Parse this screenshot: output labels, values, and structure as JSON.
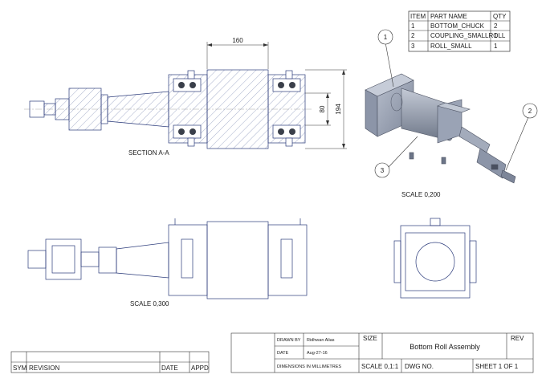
{
  "parts_table": {
    "headers": [
      "ITEM",
      "PART NAME",
      "QTY"
    ],
    "rows": [
      [
        "1",
        "BOTTOM_CHUCK",
        "2"
      ],
      [
        "2",
        "COUPLING_SMALLROLL",
        "1"
      ],
      [
        "3",
        "ROLL_SMALL",
        "1"
      ]
    ]
  },
  "section_view": {
    "label": "SECTION  A-A",
    "dims": {
      "width": "160",
      "inner": "80",
      "outer": "194"
    }
  },
  "iso_view": {
    "scale_label": "SCALE  0,200",
    "balloons": [
      "1",
      "2",
      "3"
    ]
  },
  "front_view": {
    "scale_label": "SCALE  0,300"
  },
  "revision_block": {
    "sym": "SYM",
    "revision": "REVISION",
    "date": "DATE",
    "appd": "APPD"
  },
  "title_block": {
    "drawn_by_label": "DRAWN BY",
    "drawn_by": "Ridhwan Alias",
    "date_label": "DATE",
    "date": "Aug-27-16",
    "dimensions_note": "DIMENSIONS IN MILLIMETRES",
    "size_label": "SIZE",
    "title": "Bottom Roll Assembly",
    "rev_label": "REV",
    "scale": "SCALE 0,1:1",
    "dwg_no": "DWG NO.",
    "sheet": "SHEET 1 OF 1"
  },
  "colors": {
    "line": "#2a3a7a",
    "hatch": "#5a6a9a",
    "body": "#9aa3b5",
    "dark": "#4a5060"
  }
}
